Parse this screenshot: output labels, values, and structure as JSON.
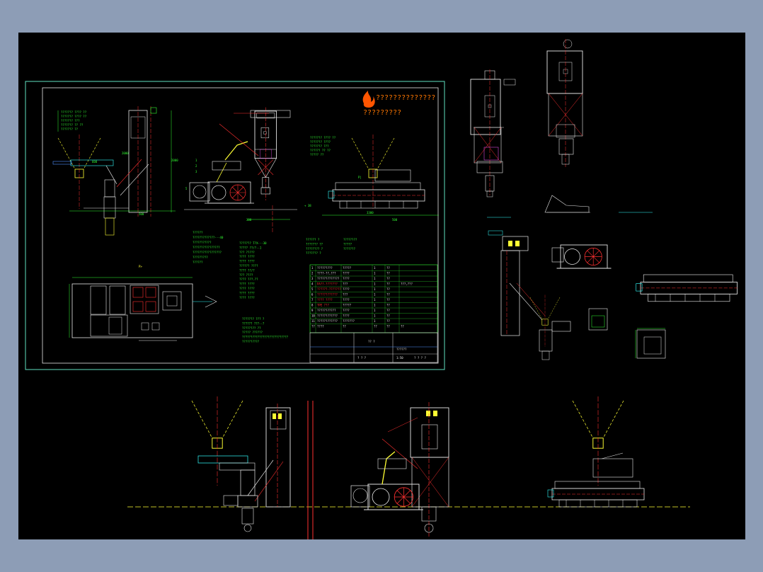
{
  "colors": {
    "window_bg": "#8d9db6",
    "drawing_bg": "#000000",
    "frame_outer": "#5fe0c0",
    "frame_inner": "#ffffff",
    "line_white": "#e8e8e8",
    "line_red": "#ff3030",
    "line_yellow": "#ffff33",
    "line_green": "#33ff33",
    "line_cyan": "#33ffff",
    "line_blue": "#4f8fff",
    "line_magenta": "#ff55ff",
    "brand_orange": "#ff7700"
  },
  "icons": {
    "brand_logo": "flame-logo-icon"
  },
  "sheet": {
    "brand_line1": "??????????????",
    "brand_line2": "?????????",
    "plan_label": "P>",
    "section_label": "P|",
    "elev_label": "+ 38",
    "dim_labels": [
      "600",
      "2000",
      "500",
      "300",
      "3300",
      "500",
      "2000"
    ],
    "notes_col1": [
      "??????",
      "?????????????---40",
      "???????????",
      "????????????????",
      "?????????????????",
      "?????????",
      "??????"
    ],
    "notes_col2": [
      "???????  T?X---30",
      "?????  ??/?--1",
      "???  ?????",
      "????  ????",
      "????  ????",
      "??????  ????",
      "????  ??/?",
      "???  ????",
      "????  ???.??",
      "????  ????",
      "????  ????",
      "????  ????",
      "????  ????"
    ],
    "notes_col3": [
      "??????? ???  ?",
      "?????? ???--?",
      "???????? ??",
      "????? ??????",
      "???????????????????????????",
      "??????????"
    ],
    "notes_col4": [
      "??????  ?",
      "???????  ??",
      "????????  ?",
      "???????  ?"
    ],
    "notes_col5": [
      "????????",
      "?????",
      "???????"
    ],
    "bom_rows": [
      [
        "1",
        "?????????",
        "?????",
        "1",
        "??",
        ""
      ],
      [
        "2",
        "????-??,???",
        "????",
        "1",
        "??",
        ""
      ],
      [
        "3",
        "?????????????",
        "????",
        "1",
        "??",
        ""
      ],
      [
        "4",
        "PA??-???????",
        "???",
        "1",
        "??",
        "???,???"
      ],
      [
        "5",
        "??????-???????",
        "????",
        "1",
        "??",
        ""
      ],
      [
        "6",
        "????????????",
        "???",
        "1",
        "??",
        ""
      ],
      [
        "7",
        "???? ????",
        "????",
        "1",
        "??",
        ""
      ],
      [
        "8",
        "TPE ???",
        "?????",
        "1",
        "??",
        ""
      ],
      [
        "9",
        "???????????",
        "????",
        "1",
        "??",
        ""
      ],
      [
        "10",
        "????????????",
        "????",
        "1",
        "??",
        ""
      ],
      [
        "11",
        "????????????",
        "???????",
        "1",
        "??",
        ""
      ]
    ],
    "bom_header": [
      "??",
      "????",
      "??",
      "??",
      "??",
      "??"
    ],
    "title_block": {
      "name": "??????",
      "code": "?? ?",
      "scale": "1:50",
      "sheet": "? ? ?",
      "company": "? ? ? ?"
    }
  }
}
